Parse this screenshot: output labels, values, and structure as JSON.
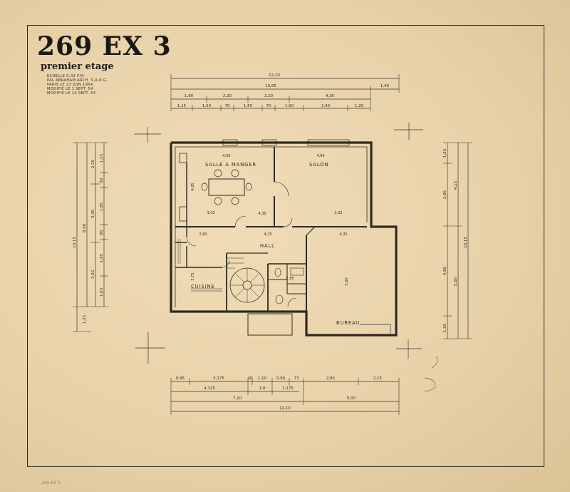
{
  "sheet": {
    "title": "269 EX 3",
    "subtitle": "premier etage",
    "notes": [
      "ECHELLE 0,02 P.M.",
      "PAL ABRAHAM ARCH. S.A.D.G.",
      "PARIS LE 23 JUIN 1954",
      "MODIFIE LE 1 SEPT. 54",
      "MODIFIE LE 14 SEPT. 54"
    ],
    "archive_mark": "269 EX 3"
  },
  "rooms": {
    "salle_a_manger": "SALLE A MANGER",
    "salon": "SALON",
    "hall": "HALL",
    "cuisine": "CUISINE",
    "bureau": "BUREAU"
  },
  "dimensions": {
    "top_total": "12,10",
    "top_sub": "10,65",
    "top_right": "1,45",
    "top_row1": [
      "1,90",
      "2,20",
      "2,20",
      "4,35"
    ],
    "top_row2": [
      "1,15",
      "1,50",
      "70",
      "1,50",
      "70",
      "1,50",
      "2,40",
      "1,20"
    ],
    "bottom_row1": [
      "0,95",
      "3,175",
      "20",
      "1,10",
      "0,90",
      "73",
      "2,85",
      "2,15"
    ],
    "bottom_row2": [
      "4,125",
      "1,8",
      "1,175"
    ],
    "bottom_row3": [
      "7,10",
      "5,00"
    ],
    "bottom_total": "12,10",
    "left_total": "10,15",
    "left_sub": "8,90",
    "left_row1": [
      "2,15",
      "3,45",
      "3,30"
    ],
    "left_row2": [
      "1,55",
      "80",
      "1,85",
      "80",
      "1,85",
      "1,63"
    ],
    "left_bottom": "1,25",
    "right_total": "10,15",
    "right_row1": [
      "4,15",
      "5,00"
    ],
    "right_row2": [
      "1,20",
      "2,95",
      "4,80",
      "1,25"
    ],
    "room_dims": [
      "4,05",
      "4,64",
      "3,02",
      "3,32",
      "4,35",
      "4,25",
      "4,35",
      "2,60",
      "2,85",
      "5,50",
      "4,05",
      "2,73"
    ]
  }
}
